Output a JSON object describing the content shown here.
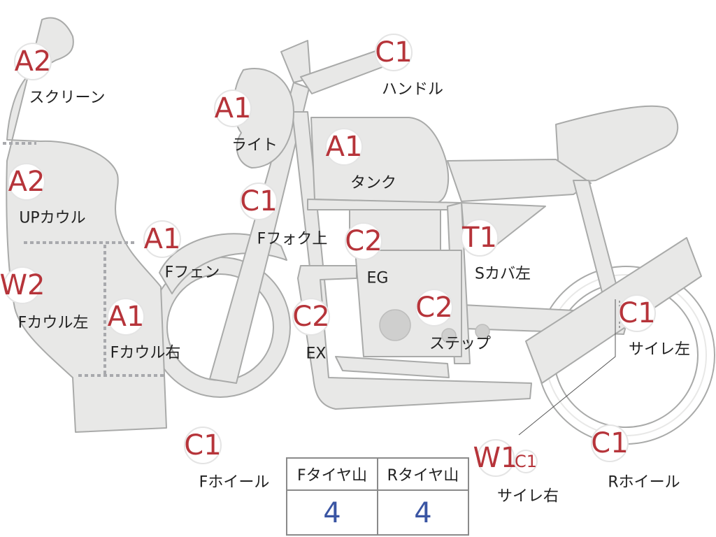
{
  "badges": [
    {
      "grade": "A2",
      "label": "スクリーン"
    },
    {
      "grade": "A2",
      "label": "UPカウル"
    },
    {
      "grade": "W2",
      "label": "Fカウル左"
    },
    {
      "grade": "A1",
      "label": "Fカウル右"
    },
    {
      "grade": "A1",
      "label": "Fフェン"
    },
    {
      "grade": "A1",
      "label": "ライト"
    },
    {
      "grade": "C1",
      "label": "Fフォク上"
    },
    {
      "grade": "C1",
      "label": "ハンドル"
    },
    {
      "grade": "A1",
      "label": "タンク"
    },
    {
      "grade": "C2",
      "label": "EG"
    },
    {
      "grade": "T1",
      "label": "Sカバ左"
    },
    {
      "grade": "C2",
      "label": "EX"
    },
    {
      "grade": "C2",
      "label": "ステップ"
    },
    {
      "grade": "C1",
      "label": "サイレ左"
    },
    {
      "grade": "C1",
      "label": "Fホイール"
    },
    {
      "grade": "W1",
      "grade2": "C1",
      "label": "サイレ右"
    },
    {
      "grade": "C1",
      "label": "Rホイール"
    }
  ],
  "tire_table": {
    "headers": [
      "Fタイヤ山",
      "Rタイヤ山"
    ],
    "values": [
      "4",
      "4"
    ]
  },
  "colors": {
    "part_fill": "#e8e8e7",
    "part_stroke": "#a9aaa9",
    "grade_text": "#b6343a",
    "table_value": "#3a55a3"
  }
}
